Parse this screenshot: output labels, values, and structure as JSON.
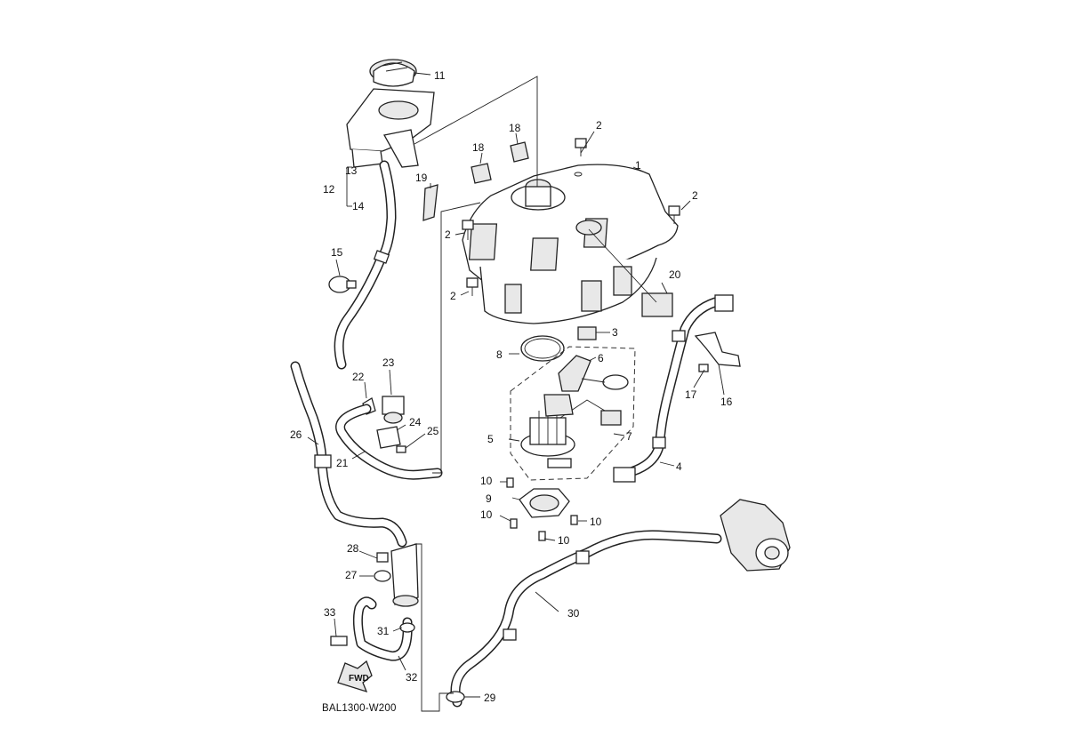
{
  "diagram_code": "BAL1300-W200",
  "fwd_label": "FWD",
  "callouts": [
    {
      "id": "c1",
      "text": "1"
    },
    {
      "id": "c2a",
      "text": "2"
    },
    {
      "id": "c2b",
      "text": "2"
    },
    {
      "id": "c2c",
      "text": "2"
    },
    {
      "id": "c2d",
      "text": "2"
    },
    {
      "id": "c3",
      "text": "3"
    },
    {
      "id": "c4",
      "text": "4"
    },
    {
      "id": "c5",
      "text": "5"
    },
    {
      "id": "c6",
      "text": "6"
    },
    {
      "id": "c7",
      "text": "7"
    },
    {
      "id": "c8",
      "text": "8"
    },
    {
      "id": "c9",
      "text": "9"
    },
    {
      "id": "c10a",
      "text": "10"
    },
    {
      "id": "c10b",
      "text": "10"
    },
    {
      "id": "c10c",
      "text": "10"
    },
    {
      "id": "c10d",
      "text": "10"
    },
    {
      "id": "c11",
      "text": "11"
    },
    {
      "id": "c12",
      "text": "12"
    },
    {
      "id": "c13",
      "text": "13"
    },
    {
      "id": "c14",
      "text": "14"
    },
    {
      "id": "c15",
      "text": "15"
    },
    {
      "id": "c16",
      "text": "16"
    },
    {
      "id": "c17",
      "text": "17"
    },
    {
      "id": "c18a",
      "text": "18"
    },
    {
      "id": "c18b",
      "text": "18"
    },
    {
      "id": "c19",
      "text": "19"
    },
    {
      "id": "c20",
      "text": "20"
    },
    {
      "id": "c21",
      "text": "21"
    },
    {
      "id": "c22",
      "text": "22"
    },
    {
      "id": "c23",
      "text": "23"
    },
    {
      "id": "c24",
      "text": "24"
    },
    {
      "id": "c25",
      "text": "25"
    },
    {
      "id": "c26",
      "text": "26"
    },
    {
      "id": "c27",
      "text": "27"
    },
    {
      "id": "c28",
      "text": "28"
    },
    {
      "id": "c29",
      "text": "29"
    },
    {
      "id": "c30",
      "text": "30"
    },
    {
      "id": "c31",
      "text": "31"
    },
    {
      "id": "c32",
      "text": "32"
    },
    {
      "id": "c33",
      "text": "33"
    }
  ]
}
